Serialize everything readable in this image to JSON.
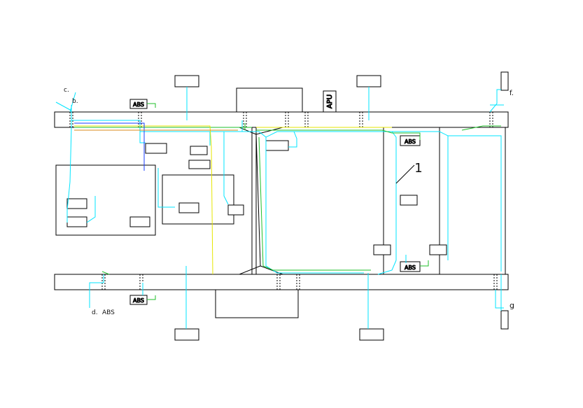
{
  "boxes": {
    "side_marker_top_left": "",
    "side_marker_top_mid": "",
    "side_marker_bottom_left": "",
    "side_marker_bottom_mid": "",
    "tail_lamp_top": "",
    "tail_lamp_bottom": "",
    "battery_box": "",
    "apu": "APU",
    "fuel_tank": "",
    "abs_valve_top_left": "ABS",
    "abs_valve_bottom_left": "ABS",
    "abs_valve_right_top": "ABS",
    "abs_valve_right_bottom": "ABS",
    "engine": "",
    "generator": "",
    "compressor": "",
    "starter": "",
    "gearbox": "",
    "three_way_switch": "",
    "clutch": "",
    "dryer": "",
    "bracket_label": "",
    "harness_label": "",
    "solenoid_valve": "",
    "sensor": "",
    "inner_node_left": "",
    "inner_node_right": "",
    "callout_number": "1"
  },
  "harness_labels": {
    "c_letter": "c.",
    "c_text": "",
    "b_letter": "b.",
    "b_text": "",
    "d_letter": "d.",
    "d_text": "ABS",
    "f_letter": "f.",
    "g_letter": "g",
    "rear_axle_text": "",
    "cross_member_left": "",
    "cross_member_right": "",
    "frame_left": "",
    "frame_right": ""
  },
  "colors": {
    "frame": "#000000",
    "cyan_wire": "#00e5ff",
    "green_wire": "#1fbf2a",
    "yellow_wire": "#e6e600",
    "blue_wire": "#1a3cff",
    "orange_wire": "#d98a1a"
  }
}
